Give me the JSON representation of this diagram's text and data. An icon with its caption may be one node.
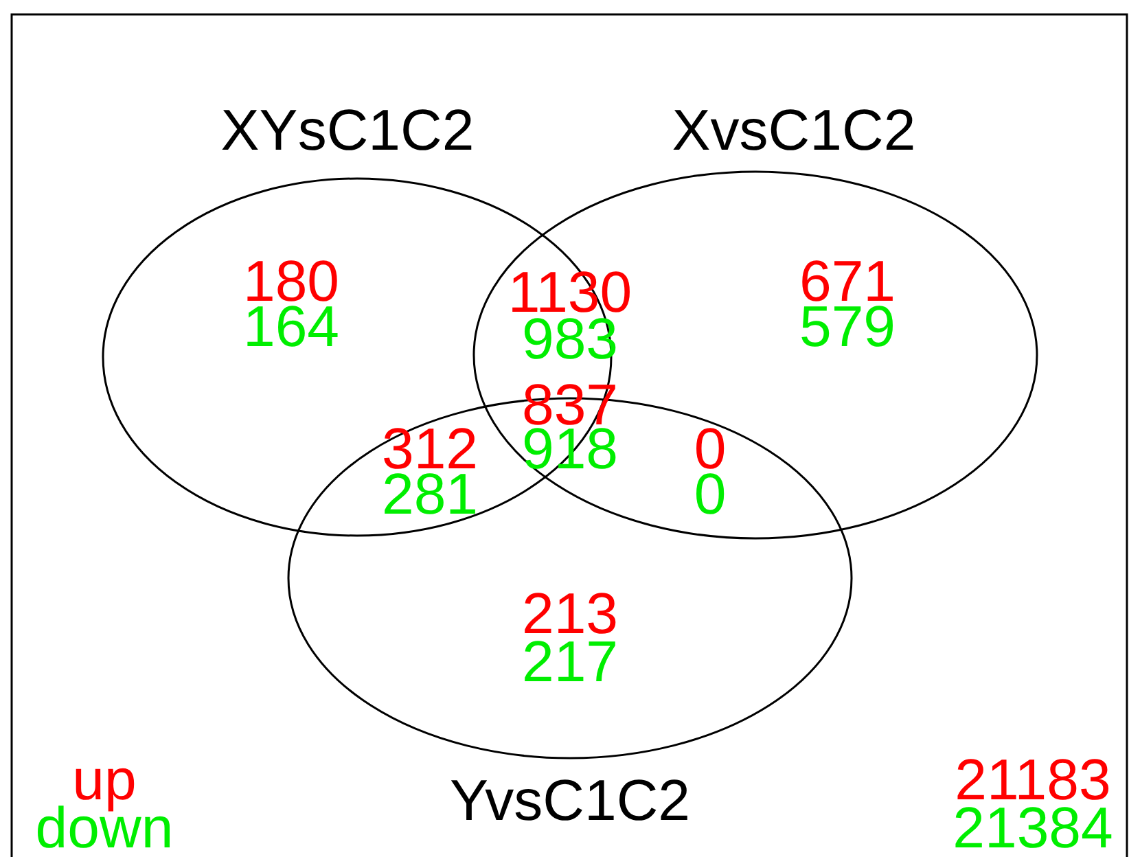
{
  "diagram": {
    "nodes": [
      {
        "text": [
          "XYsC1C2"
        ]
      },
      {
        "text": [
          "XvsC1C2"
        ]
      },
      {
        "text": [
          "YvsC1C2"
        ]
      }
    ],
    "edges": [],
    "labels": [
      "180",
      "164",
      "1130",
      "671",
      "983",
      "579",
      "837",
      "312",
      "918",
      "0",
      "281",
      "0",
      "213",
      "217",
      "21183",
      "21384"
    ],
    "legend": [
      {
        "text": "up",
        "color": "#ff0000"
      },
      {
        "text": "down",
        "color": "#00ee00"
      }
    ]
  }
}
